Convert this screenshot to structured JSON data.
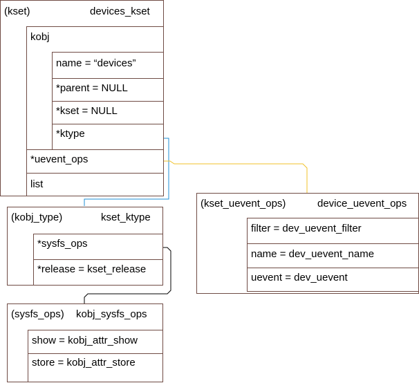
{
  "kset": {
    "type_label": "(kset)",
    "instance_name": "devices_kset",
    "kobj_label": "kobj",
    "fields": [
      "name = “devices”",
      "*parent = NULL",
      "*kset = NULL",
      "*ktype"
    ],
    "uevent_ops_label": "*uevent_ops",
    "list_label": "list"
  },
  "kobj_type": {
    "type_label": "(kobj_type)",
    "instance_name": "kset_ktype",
    "fields": [
      "*sysfs_ops",
      "*release = kset_release"
    ]
  },
  "sysfs_ops": {
    "type_label": "(sysfs_ops)",
    "instance_name": "kobj_sysfs_ops",
    "fields": [
      "show = kobj_attr_show",
      "store = kobj_attr_store"
    ]
  },
  "kset_uevent_ops": {
    "type_label": "(kset_uevent_ops)",
    "instance_name": "device_uevent_ops",
    "fields": [
      "filter = dev_uevent_filter",
      "name = dev_uevent_name",
      "uevent = dev_uevent"
    ]
  },
  "colors": {
    "border": "#6f4b44",
    "ktype_link": "#1f8fd6",
    "uevent_link": "#f0c22a",
    "sysfs_link": "#000000"
  }
}
